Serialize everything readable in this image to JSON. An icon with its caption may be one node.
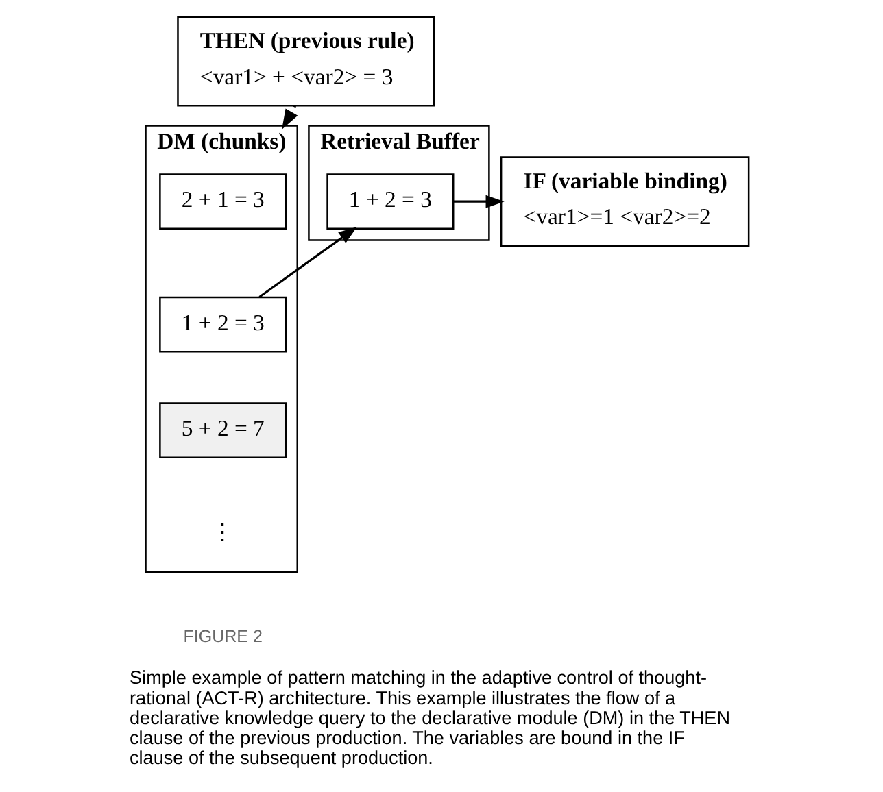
{
  "diagram": {
    "caption": "Simple example of pattern matching in the adaptive control of thought-rational (ACT-R) architecture. This example illustrates the flow of a declarative knowledge query to the declarative module (DM) in the THEN clause of the previous production. The variables are bound in the IF clause of the subsequent production.",
    "nodes": [
      {
        "text": [
          "THEN (previous rule)",
          "<var1> + <var2> = 3"
        ]
      },
      {
        "text": [
          "DM (chunks)"
        ]
      },
      {
        "text": [
          "2 + 1 = 3"
        ],
        "in": 1
      },
      {
        "text": [
          "1 + 2 = 3"
        ],
        "in": 1
      },
      {
        "text": [
          "5 + 2 = 7"
        ],
        "in": 1
      },
      {
        "text": [
          "Retrieval Buffer"
        ]
      },
      {
        "text": [
          "1 + 2 = 3"
        ],
        "in": 5
      },
      {
        "text": [
          "IF (variable binding)",
          "<var1>=1 <var2>=2"
        ]
      }
    ],
    "edges": [
      {
        "from": 0,
        "to": 1,
        "arrow": "to",
        "style": "dashed"
      },
      {
        "from": 3,
        "to": 6,
        "arrow": "to"
      },
      {
        "from": 6,
        "to": 7,
        "arrow": "to"
      }
    ],
    "labels": [
      "⋮",
      "FIGURE 2"
    ]
  }
}
